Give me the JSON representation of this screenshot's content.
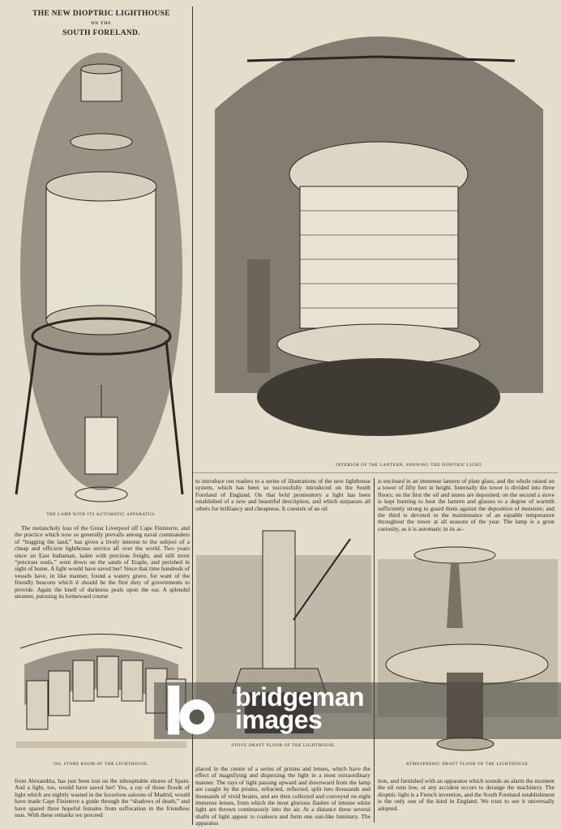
{
  "header": {
    "title_line1": "THE NEW DIOPTRIC LIGHTHOUSE",
    "title_line2": "ON THE",
    "title_line3": "SOUTH FORELAND."
  },
  "captions": {
    "lamp": "The lamp with its automatic apparatus.",
    "interior": "Interior of the lantern, showing the dioptric light.",
    "oil_store": "Oil store room of the lighthouse.",
    "stove_floor": "Stove draft floor of the lighthouse.",
    "atmospheric_floor": "Atmospheric draft floor of the lighthouse."
  },
  "text": {
    "left_para1": "The melancholy loss of the Great Liverpool off Cape Finisterre, and the practice which now so generally prevails among naval commanders of “hugging the land,” has given a lively interest to the subject of a cheap and efficient lighthouse service all over the world. Two years since an East Indiaman, laden with precious freight, and still more “precious souls,” went down on the sands of Etaple, and perished in sight of home. A light would have saved her! Since that time hundreds of vessels have, in like manner, found a watery grave, for want of the friendly beacons which it should be the first duty of governments to provide. Again the knell of darkness peals upon the ear. A splendid steamer, pursuing its homeward course",
    "left_para2": "from Alexandria, has just been lost on the inhospitable shores of Spain. And a light, too, would have saved her! Yes, a ray of those floods of light which are nightly wasted in the luxurious saloons of Madrid, would have made Cape Finisterre a guide through the “shadows of death,” and have spared three hopeful females from suffocation in the friendless seas. With these remarks we proceed",
    "middle_para1": "to introduce our readers to a series of illustrations of the new lighthouse system, which has been so successfully introduced on the South Foreland of England. On that bold promontory a light has been established of a new and beautiful description, and which surpasses all others for brilliancy and cheapness. It consists of an oil",
    "middle_para2": "placed in the centre of a series of prisms and lenses, which have the effect of magnifying and dispersing the light in a most extraordinary manner. The rays of light passing upward and downward from the lamp are caught by the prisms, refracted, reflected, split into thousands and thousands of vivid beams, and are then collected and conveyed on eight immense lenses, from which the most glorious flashes of intense white light are thrown continuously into the air. At a distance these several shafts of light appear to coalesce and form one sun-like luminary. The apparatus",
    "right_para1": "is enclosed in an immense lantern of plate glass, and the whole raised on a tower of fifty feet in height. Internally the tower is divided into three floors; on the first the oil and stores are deposited; on the second a stove is kept burning to heat the lantern and glasses to a degree of warmth sufficiently strong to guard them against the deposition of moisture; and the third is devoted to the maintenance of an equable temperature throughout the tower at all seasons of the year. The lamp is a great curiosity, as it is automatic in its ac-",
    "right_para2": "tion, and furnished with an apparatus which sounds an alarm the moment the oil runs low, or any accident occurs to derange the machinery. The dioptric light is a French invention, and the South Foreland establishment is the only one of the kind in England. We trust to see it universally adopted."
  },
  "watermark": {
    "line1": "bridgeman",
    "line2": "images",
    "logo_letter": "b"
  },
  "colors": {
    "paper": "#e4ddcc",
    "ink": "#2a2520",
    "watermark_band": "#46423c"
  }
}
